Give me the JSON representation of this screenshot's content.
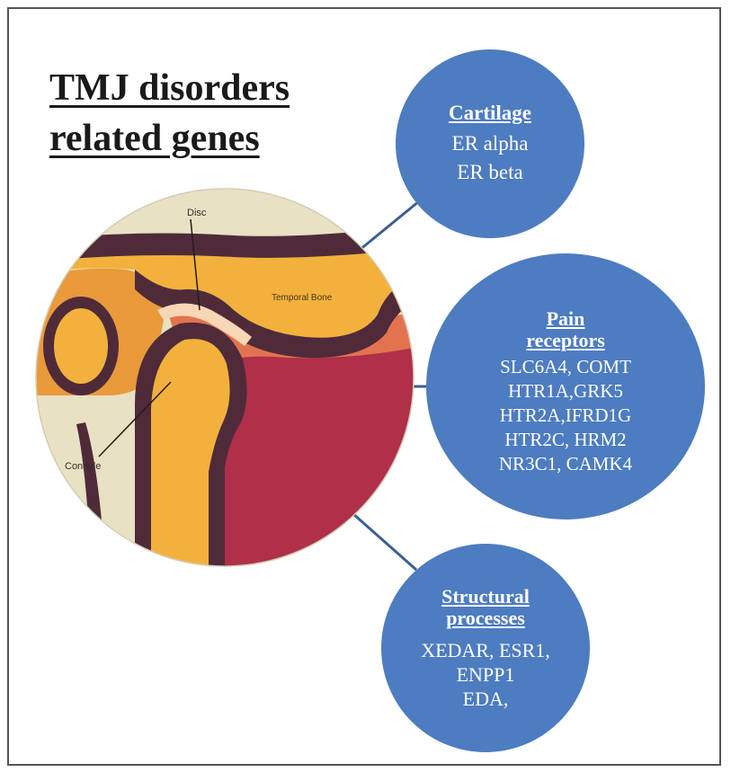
{
  "title": {
    "line1": "TMJ disorders",
    "line2": "related genes"
  },
  "illustration": {
    "labels": {
      "disc": "Disc",
      "temporal_bone": "Temporal Bone",
      "condyle": "Condyle"
    }
  },
  "bubbles": {
    "cartilage": {
      "heading": "Cartilage",
      "genes": [
        "ER alpha",
        "ER beta"
      ]
    },
    "pain": {
      "heading_line1": "Pain",
      "heading_line2": "receptors",
      "genes": [
        "SLC6A4, COMT",
        "HTR1A,GRK5",
        "HTR2A,IFRD1G",
        "HTR2C, HRM2",
        "NR3C1, CAMK4"
      ]
    },
    "structural": {
      "heading_line1": "Structural",
      "heading_line2": "processes",
      "genes": [
        "XEDAR, ESR1,",
        "ENPP1",
        "EDA,"
      ]
    }
  },
  "colors": {
    "bubble": "#4d7cc0",
    "bone": "#f2b13c",
    "cortex": "#4f2b3a",
    "disc": "#e2734f",
    "muscle": "#b02f49",
    "background": "#e8e1c4"
  }
}
